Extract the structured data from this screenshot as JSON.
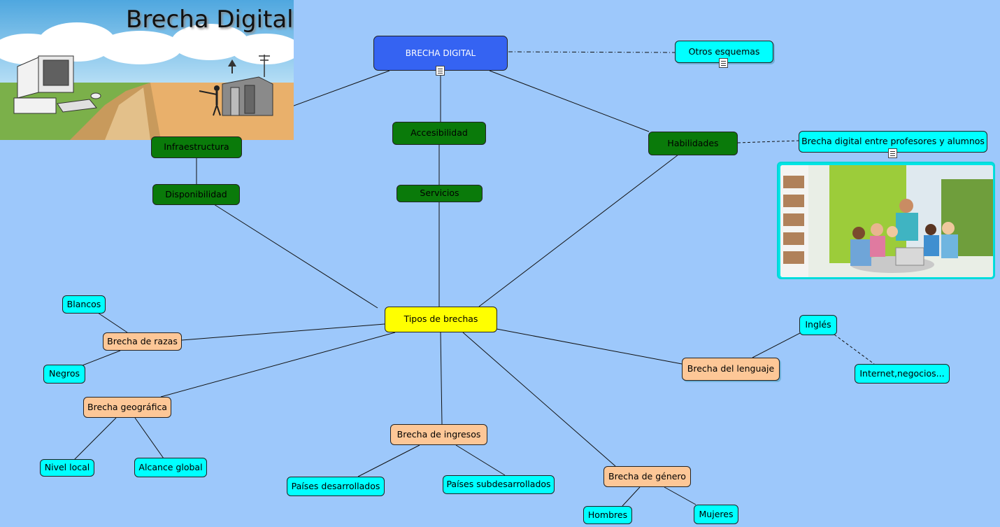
{
  "header": {
    "title": "Brecha Digital"
  },
  "nodes": {
    "root": "BRECHA DIGITAL",
    "otros": "Otros esquemas",
    "infraestructura": "Infraestructura",
    "accesibilidad": "Accesibilidad",
    "habilidades": "Habilidades",
    "brecha_profesores": "Brecha digital entre profesores y alumnos",
    "disponibilidad": "Disponibilidad",
    "servicios": "Servicios",
    "tipos": "Tipos de brechas",
    "blancos": "Blancos",
    "razas": "Brecha de razas",
    "negros": "Negros",
    "geografica": "Brecha geográfica",
    "nivel_local": "Nivel local",
    "alcance_global": "Alcance global",
    "ingresos": "Brecha de ingresos",
    "paises_desarrollados": "Países desarrollados",
    "paises_subdesarrollados": "Países subdesarrollados",
    "genero": "Brecha de género",
    "hombres": "Hombres",
    "mujeres": "Mujeres",
    "lenguaje": "Brecha del lenguaje",
    "ingles": "Inglés",
    "internet": "Internet,negocios..."
  },
  "colors": {
    "background": "#9dc8fb",
    "root": "#3563f2",
    "green": "#0a7a0a",
    "yellow": "#ffff00",
    "orange": "#fdc797",
    "cyan": "#00ffff"
  }
}
